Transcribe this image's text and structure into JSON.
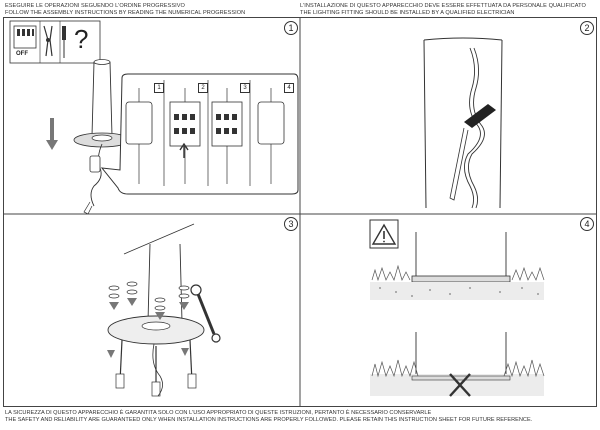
{
  "header": {
    "left_line1": "ESEGUIRE LE OPERAZIONI SEGUENDO L'ORDINE PROGRESSIVO",
    "left_line2": "FOLLOW THE ASSEMBLY INSTRUCTIONS BY READING THE NUMERICAL PROGRESSION",
    "right_line1": "L'INSTALLAZIONE DI QUESTO APPARECCHIO DEVE ESSERE EFFETTUATA DA PERSONALE QUALIFICATO",
    "right_line2": "THE LIGHTING FITTING SHOULD BE INSTALLED BY A QUALIFIED ELECTRICIAN"
  },
  "panels": {
    "p1": {
      "number": "1",
      "off_label": "OFF",
      "question_mark": "?",
      "step_numbers": [
        "1",
        "2",
        "3",
        "4"
      ]
    },
    "p2": {
      "number": "2"
    },
    "p3": {
      "number": "3"
    },
    "p4": {
      "number": "4"
    }
  },
  "footer": {
    "line1": "LA SICUREZZA DI QUESTO APPARECCHIO È GARANTITA SOLO CON L'USO APPROPRIATO DI QUESTE ISTRUZIONI, PERTANTO È NECESSARIO CONSERVARLE",
    "line2": "THE SAFETY AND RELIABILITY ARE GUARANTEED ONLY WHEN INSTALLATION INSTRUCTIONS ARE PROPERLY FOLLOWED. PLEASE RETAIN THIS INSTRUCTION SHEET FOR FUTURE REFERENCE."
  },
  "colors": {
    "line": "#333333",
    "frame": "#444444"
  },
  "icons": [
    "wire-stripper-icon",
    "screwdriver-icon",
    "warning-icon",
    "wrench-icon"
  ]
}
